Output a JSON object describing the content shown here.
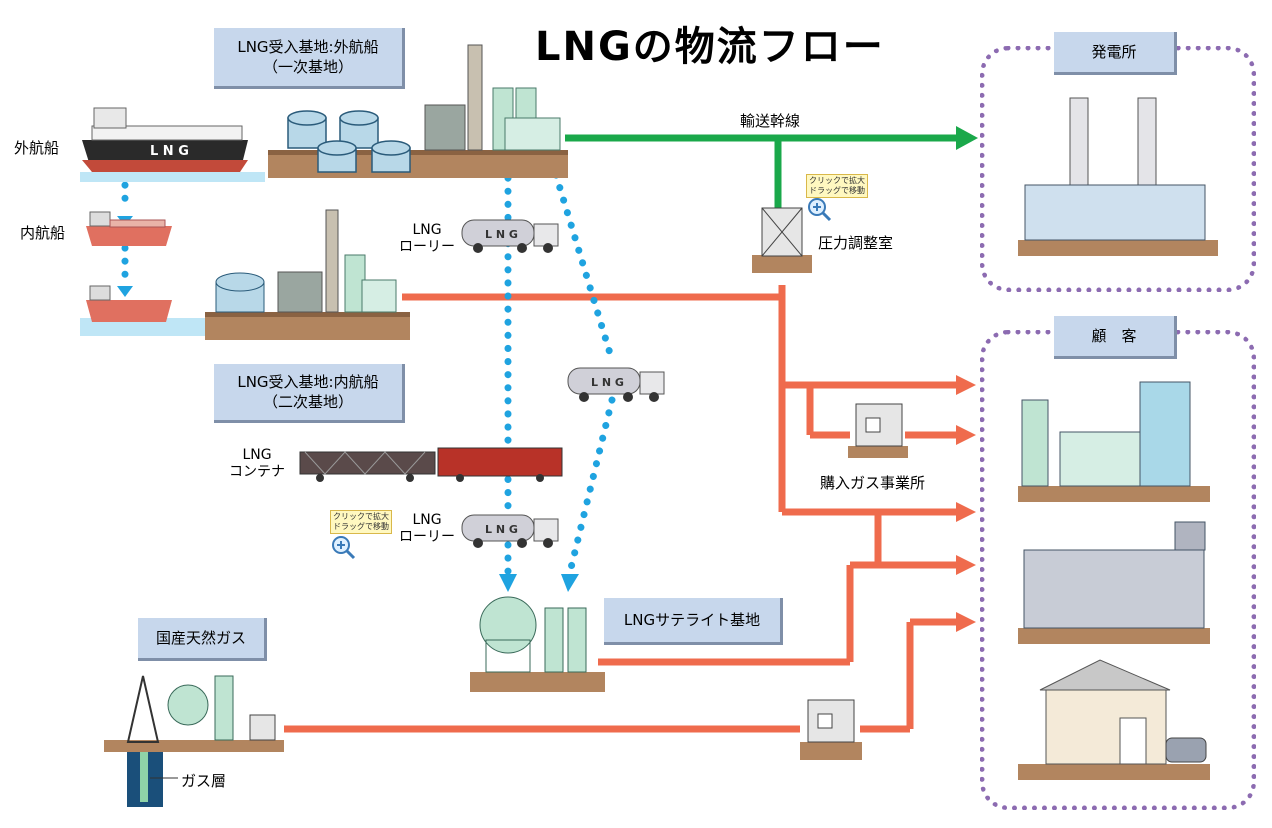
{
  "title": "LNGの物流フロー",
  "labels": {
    "primary_base_line1": "LNG受入基地:外航船",
    "primary_base_line2": "（一次基地）",
    "secondary_base_line1": "LNG受入基地:内航船",
    "secondary_base_line2": "（二次基地）",
    "ocean_ship": "外航船",
    "coastal_ship": "内航船",
    "trunk_line": "輸送幹線",
    "pressure_room": "圧力調整室",
    "power_plant": "発電所",
    "customers": "顧　客",
    "lorry1_line1": "LNG",
    "lorry1_line2": "ローリー",
    "lorry2_line1": "LNG",
    "lorry2_line2": "ローリー",
    "container_line1": "LNG",
    "container_line2": "コンテナ",
    "purchase_gas": "購入ガス事業所",
    "satellite_base": "LNGサテライト基地",
    "domestic_gas": "国産天然ガス",
    "gas_layer": "ガス層",
    "ship_mark": "L N G",
    "truck_mark": "L N G"
  },
  "hints": {
    "zoom_hint1_line1": "クリックで拡大",
    "zoom_hint1_line2": "ドラッグで移動",
    "zoom_hint2_line1": "クリックで拡大",
    "zoom_hint2_line2": "ドラッグで移動"
  },
  "colors": {
    "label_box": "#c7d7ec",
    "green_pipe": "#1aa84a",
    "orange_pipe": "#ef6b4d",
    "blue_dots": "#1fa3e0",
    "purple_border": "#8c6bb1"
  }
}
